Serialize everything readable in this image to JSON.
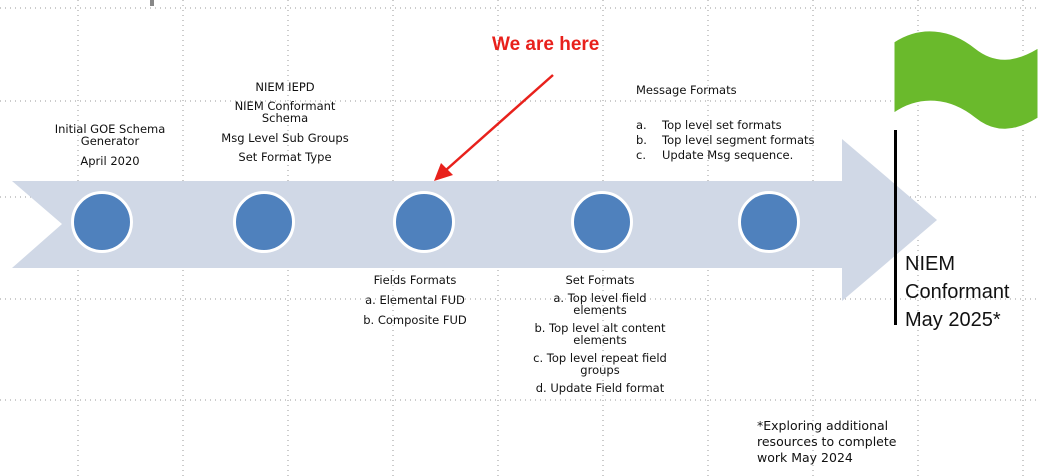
{
  "callout": {
    "label": "We are here"
  },
  "milestones": [
    {
      "lines": [
        "Initial GOE Schema",
        "Generator",
        "April 2020"
      ]
    },
    {
      "lines": [
        "NIEM IEPD",
        "NIEM Conformant",
        "Schema",
        "Msg Level Sub Groups",
        "Set Format Type"
      ]
    },
    {
      "lines": [
        "Fields Formats",
        "a. Elemental FUD",
        "b. Composite FUD"
      ]
    },
    {
      "lines": [
        "Set Formats",
        "a. Top level field",
        "elements",
        "b. Top level alt content",
        "elements",
        "c. Top level repeat field",
        "groups",
        "d. Update Field format"
      ]
    }
  ],
  "message_formats": {
    "title": "Message Formats",
    "items": [
      {
        "marker": "a.",
        "text": "Top level set formats"
      },
      {
        "marker": "b.",
        "text": "Top level segment formats"
      },
      {
        "marker": "c.",
        "text": "Update Msg sequence."
      }
    ]
  },
  "goal": {
    "lines": [
      "NIEM",
      "Conformant",
      "May 2025*"
    ]
  },
  "footnote": {
    "lines": [
      "*Exploring additional",
      "resources to complete",
      "work May 2024"
    ]
  },
  "colors": {
    "arrow": "#d0d8e6",
    "milestone": "#4f81bd",
    "callout": "#e8211c",
    "flag": "#6aba2c"
  }
}
